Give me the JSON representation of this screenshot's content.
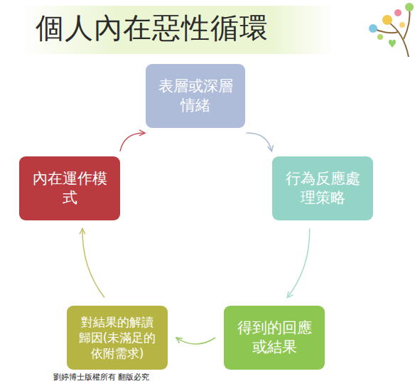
{
  "diagram": {
    "title": "個人內在惡性循環",
    "nodes": [
      {
        "text": [
          "表層或深層情緒"
        ]
      },
      {
        "text": [
          "行為反應處理策略"
        ]
      },
      {
        "text": [
          "得到的回應或結果"
        ]
      },
      {
        "text": [
          "對結果的解讀歸因(未滿足的依附需求)"
        ]
      },
      {
        "text": [
          "內在運作模式"
        ]
      }
    ],
    "edges": [
      {
        "from": 0,
        "to": 1,
        "arrow": "to"
      },
      {
        "from": 1,
        "to": 2,
        "arrow": "to"
      },
      {
        "from": 2,
        "to": 3,
        "arrow": "to"
      },
      {
        "from": 3,
        "to": 4,
        "arrow": "to"
      },
      {
        "from": 4,
        "to": 0,
        "arrow": "to"
      }
    ],
    "labels": [
      "劉婷博士版權所有 翻版必究"
    ]
  }
}
